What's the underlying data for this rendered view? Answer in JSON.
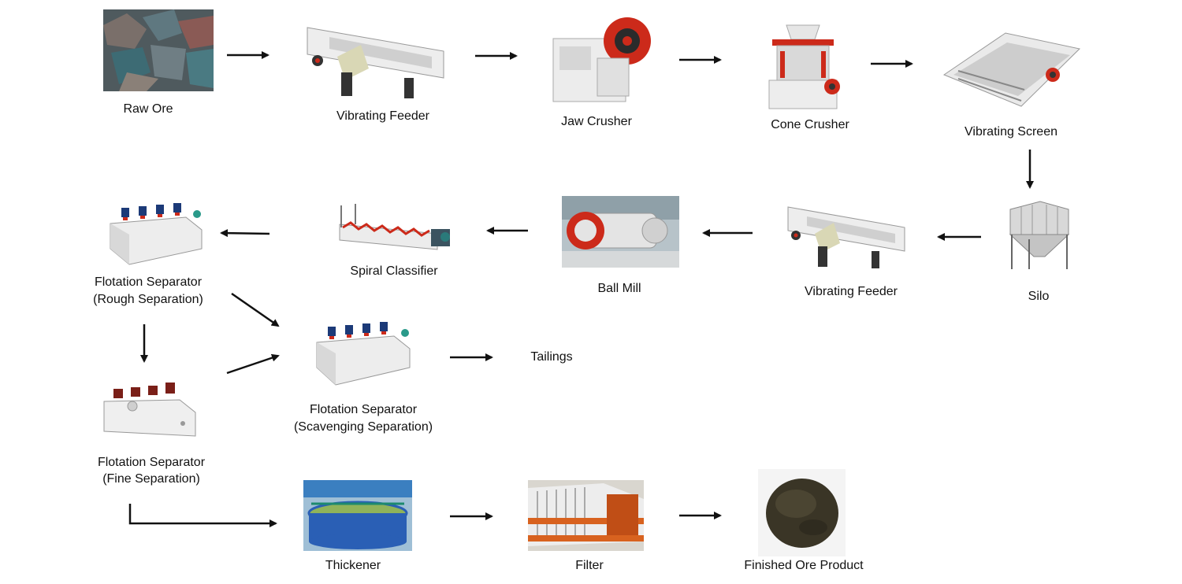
{
  "nodes": {
    "raw_ore": {
      "label": "Raw Ore"
    },
    "vibrating_feeder_1": {
      "label": "Vibrating Feeder"
    },
    "jaw_crusher": {
      "label": "Jaw Crusher"
    },
    "cone_crusher": {
      "label": "Cone Crusher"
    },
    "vibrating_screen": {
      "label": "Vibrating Screen"
    },
    "silo": {
      "label": "Silo"
    },
    "vibrating_feeder_2": {
      "label": "Vibrating Feeder"
    },
    "ball_mill": {
      "label": "Ball Mill"
    },
    "spiral_classifier": {
      "label": "Spiral Classifier"
    },
    "flotation_rough": {
      "line1": "Flotation Separator",
      "line2": "(Rough Separation)"
    },
    "flotation_scavenging": {
      "line1": "Flotation Separator",
      "line2": "(Scavenging Separation)"
    },
    "tailings": {
      "label": "Tailings"
    },
    "flotation_fine": {
      "line1": "Flotation Separator",
      "line2": "(Fine Separation)"
    },
    "thickener": {
      "label": "Thickener"
    },
    "filter": {
      "label": "Filter"
    },
    "finished_product": {
      "label": "Finished Ore Product"
    }
  },
  "colors": {
    "arrow": "#111111",
    "machine_body": "#e6e6e6",
    "machine_accent": "#cc2a1a",
    "ore": "#5b6a70",
    "product": "#3a3526",
    "thickener_blue": "#2a5fb5",
    "filter_orange": "#d8621f"
  }
}
